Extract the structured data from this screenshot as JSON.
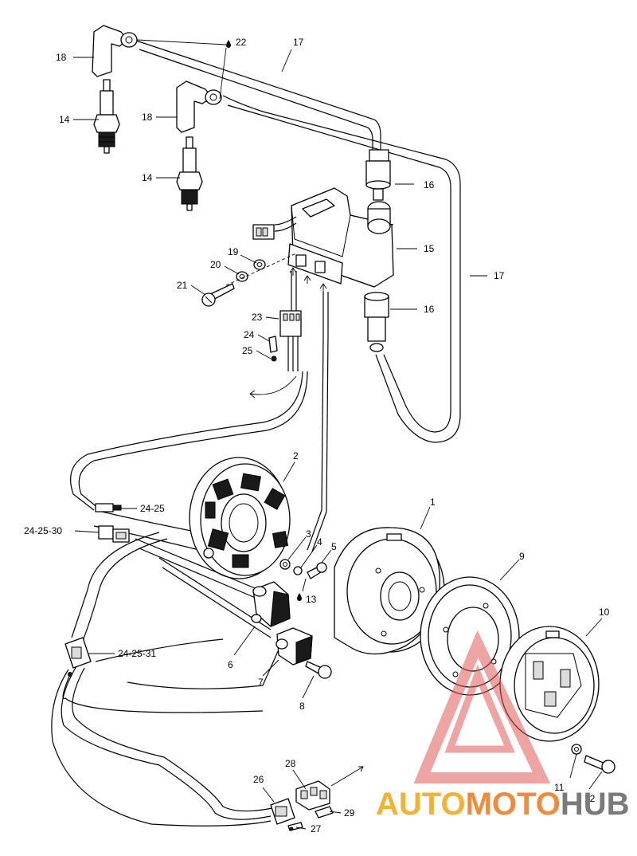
{
  "callouts": [
    {
      "id": "c1",
      "text": "1"
    },
    {
      "id": "c2",
      "text": "2"
    },
    {
      "id": "c3",
      "text": "3"
    },
    {
      "id": "c4",
      "text": "4"
    },
    {
      "id": "c5",
      "text": "5"
    },
    {
      "id": "c6",
      "text": "6"
    },
    {
      "id": "c7",
      "text": "7"
    },
    {
      "id": "c8",
      "text": "8"
    },
    {
      "id": "c9",
      "text": "9"
    },
    {
      "id": "c10",
      "text": "10"
    },
    {
      "id": "c11",
      "text": "11"
    },
    {
      "id": "c12",
      "text": "12"
    },
    {
      "id": "c13",
      "text": "13"
    },
    {
      "id": "c14a",
      "text": "14"
    },
    {
      "id": "c14b",
      "text": "14"
    },
    {
      "id": "c15",
      "text": "15"
    },
    {
      "id": "c16a",
      "text": "16"
    },
    {
      "id": "c16b",
      "text": "16"
    },
    {
      "id": "c17a",
      "text": "17"
    },
    {
      "id": "c17b",
      "text": "17"
    },
    {
      "id": "c18a",
      "text": "18"
    },
    {
      "id": "c18b",
      "text": "18"
    },
    {
      "id": "c19",
      "text": "19"
    },
    {
      "id": "c20",
      "text": "20"
    },
    {
      "id": "c21",
      "text": "21"
    },
    {
      "id": "c22",
      "text": "22"
    },
    {
      "id": "c23",
      "text": "23"
    },
    {
      "id": "c24",
      "text": "24"
    },
    {
      "id": "c25",
      "text": "25"
    },
    {
      "id": "c2425",
      "text": "24-25"
    },
    {
      "id": "c242530",
      "text": "24-25-30"
    },
    {
      "id": "c242531",
      "text": "24-25-31"
    },
    {
      "id": "c26",
      "text": "26"
    },
    {
      "id": "c27",
      "text": "27"
    },
    {
      "id": "c28",
      "text": "28"
    },
    {
      "id": "c29",
      "text": "29"
    }
  ],
  "watermark": {
    "part1": "AUTO",
    "part2": "MOTO",
    "part3": "HUB",
    "color_auto": "#f3b233",
    "color_moto": "#f08a3c",
    "color_hub": "#7a7a7a",
    "triangle_color": "#e05a55"
  }
}
